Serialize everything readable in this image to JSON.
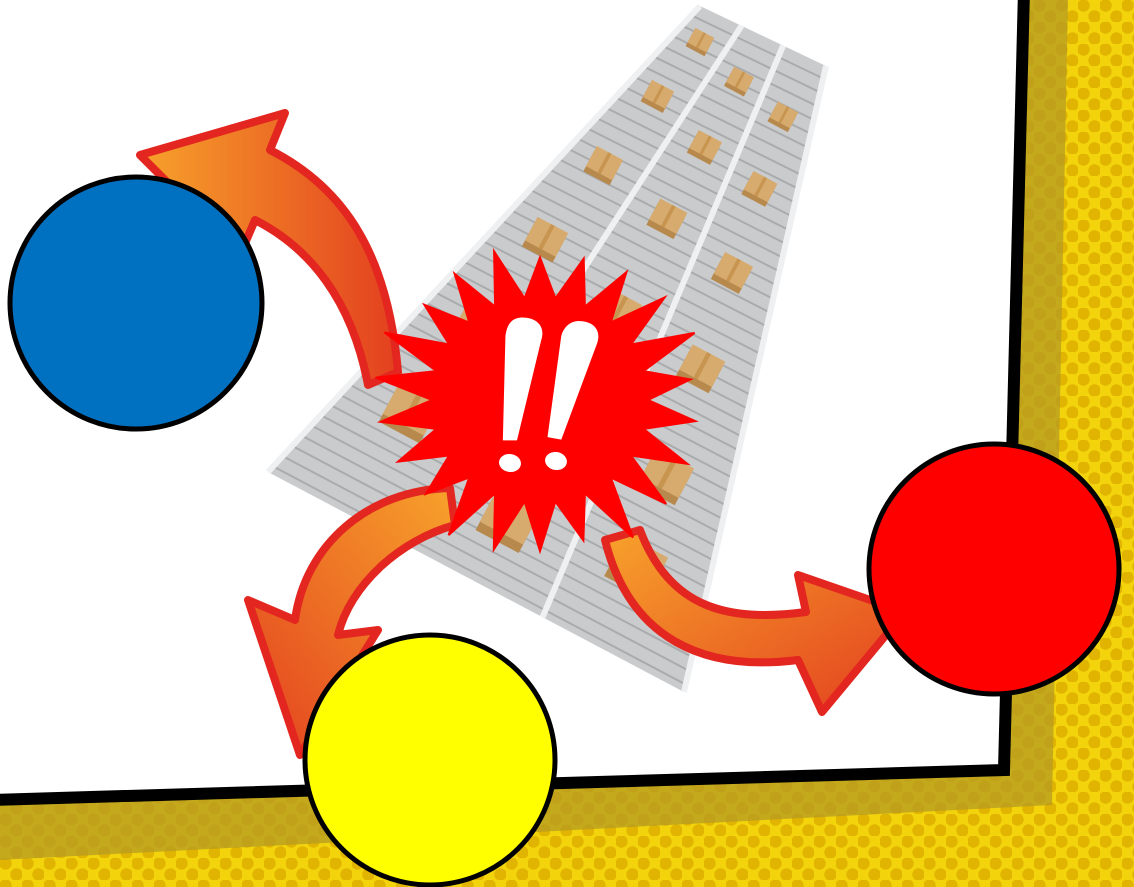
{
  "scene": {
    "background_color": "#f3d40c",
    "halftone_dot_color": "#e0b400",
    "panel_color": "#ffffff",
    "panel_border_color": "#000000",
    "shadow_color": "#b59b22",
    "starburst_color": "#ff0000",
    "starburst_text": "!!",
    "starburst_text_color": "#ffffff",
    "arrow_fill_start": "#f7a22b",
    "arrow_fill_end": "#e3401f",
    "arrow_outline_color": "#e3261f",
    "conveyor": {
      "belt_color": "#c9cbcc",
      "roller_color": "#8f9294",
      "box_color": "#d7aa6e",
      "box_shadow_color": "#b8894d",
      "tape_color": "#c89550"
    },
    "circles": [
      {
        "name": "blue-circle",
        "color": "#0070c0"
      },
      {
        "name": "yellow-circle",
        "color": "#ffff00"
      },
      {
        "name": "red-circle",
        "color": "#ff0000"
      }
    ]
  }
}
